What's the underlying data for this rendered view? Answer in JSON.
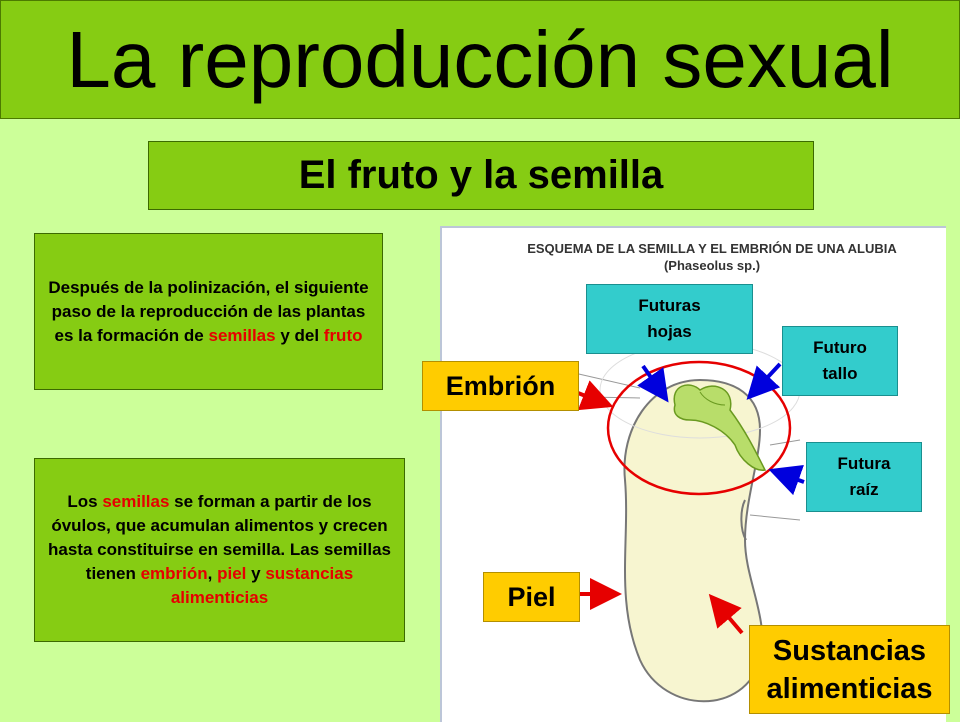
{
  "title": "La reproducción sexual",
  "subtitle": "El fruto y la semilla",
  "box1": {
    "t1": "Después de la polinización, el siguiente paso de la reproducción de las plantas es la formación de ",
    "semillas": "semillas",
    "t2": " y del ",
    "fruto": "fruto"
  },
  "box2": {
    "t1": "Los ",
    "semillas": "semillas",
    "t2": " se forman a partir de los óvulos, que acumulan alimentos y crecen hasta constituirse en semilla. Las semillas tienen ",
    "embrion": "embrión",
    "t3": ", ",
    "piel": "piel",
    "t4": " y ",
    "sustancias": "sustancias alimenticias"
  },
  "diagram": {
    "title": "ESQUEMA DE LA SEMILLA Y EL EMBRIÓN DE UNA ALUBIA (Phaseolus sp.)",
    "labels": {
      "futuras_hojas": "Futuras hojas",
      "futuro_tallo": "Futuro tallo",
      "futura_raiz": "Futura raíz",
      "embrion": "Embrión",
      "piel": "Piel",
      "sustancias": "Sustancias alimenticias"
    },
    "colors": {
      "teal": "#33cccc",
      "yellow": "#ffcc00",
      "red_arrow": "#e60000",
      "blue_arrow": "#0000dd"
    }
  }
}
